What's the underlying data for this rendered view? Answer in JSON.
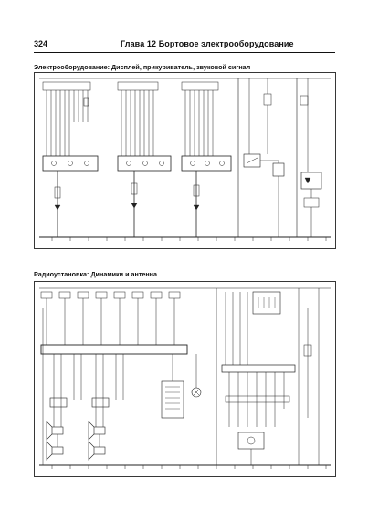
{
  "header": {
    "page_number": "324",
    "chapter_title": "Глава 12 Бортовое электрооборудование"
  },
  "figures": [
    {
      "caption": "Электрооборудование: Дисплей, прикуриватель, звуковой сигнал"
    },
    {
      "caption": "Радиоустановка: Динамики и антенна"
    }
  ]
}
